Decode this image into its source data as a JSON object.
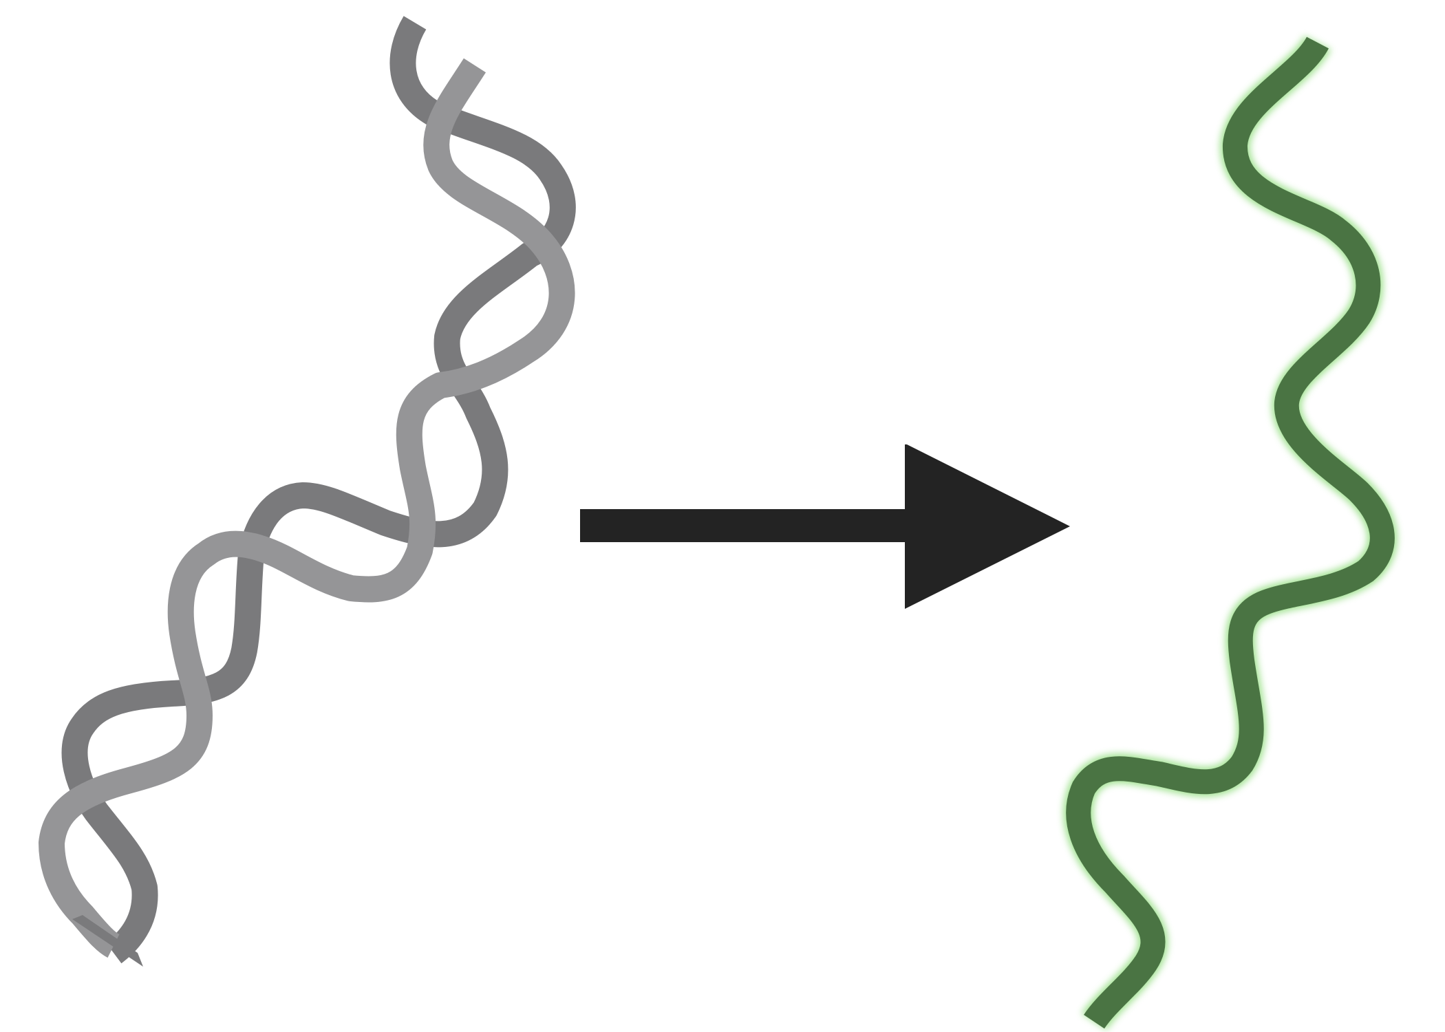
{
  "diagram": {
    "left_figure": {
      "subject": "double-strand-helix",
      "strand_back_color": "#7a7a7c",
      "strand_front_color": "#959597"
    },
    "arrow": {
      "direction": "right",
      "color": "#232323"
    },
    "right_figure": {
      "subject": "single-strand-wave",
      "strand_color": "#4a7443",
      "glow_color": "#9be08a"
    }
  }
}
